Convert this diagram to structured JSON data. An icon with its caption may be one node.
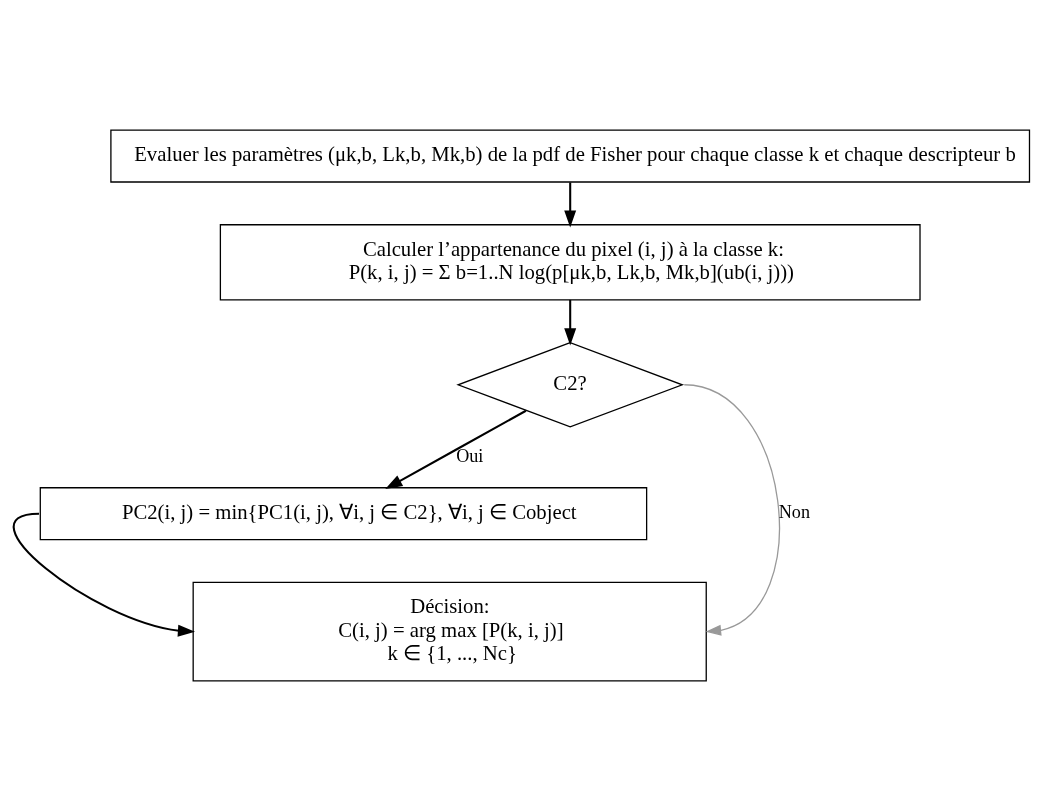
{
  "diagram": {
    "nodes": [
      {
        "text": [
          "Evaluer les paramètres (μk,b, Lk,b, Mk,b) de la pdf de Fisher pour chaque classe k et chaque descripteur b"
        ]
      },
      {
        "text": [
          "Calculer l’appartenance du pixel (i, j) à la classe k:",
          "P(k, i, j) = Σ b=1..N log(p[μk,b, Lk,b, Mk,b](ub(i, j)))"
        ]
      },
      {
        "text": [
          "C2?"
        ]
      },
      {
        "text": [
          "PC2(i, j) = min{PC1(i, j), ∀i, j ∈ C2}, ∀i, j ∈ Cobject"
        ]
      },
      {
        "text": [
          "Décision:",
          "C(i, j) = arg max [P(k, i, j)]",
          "k ∈ {1, ..., Nc}"
        ]
      }
    ],
    "edges": [
      {
        "from": 0,
        "to": 1,
        "arrow": "to"
      },
      {
        "from": 1,
        "to": 2,
        "arrow": "to"
      },
      {
        "from": 2,
        "to": 3,
        "arrow": "to",
        "label": "Oui"
      },
      {
        "from": 2,
        "to": 4,
        "arrow": "to",
        "label": "Non",
        "color": "#999999"
      },
      {
        "from": 3,
        "to": 4,
        "arrow": "to"
      }
    ]
  }
}
